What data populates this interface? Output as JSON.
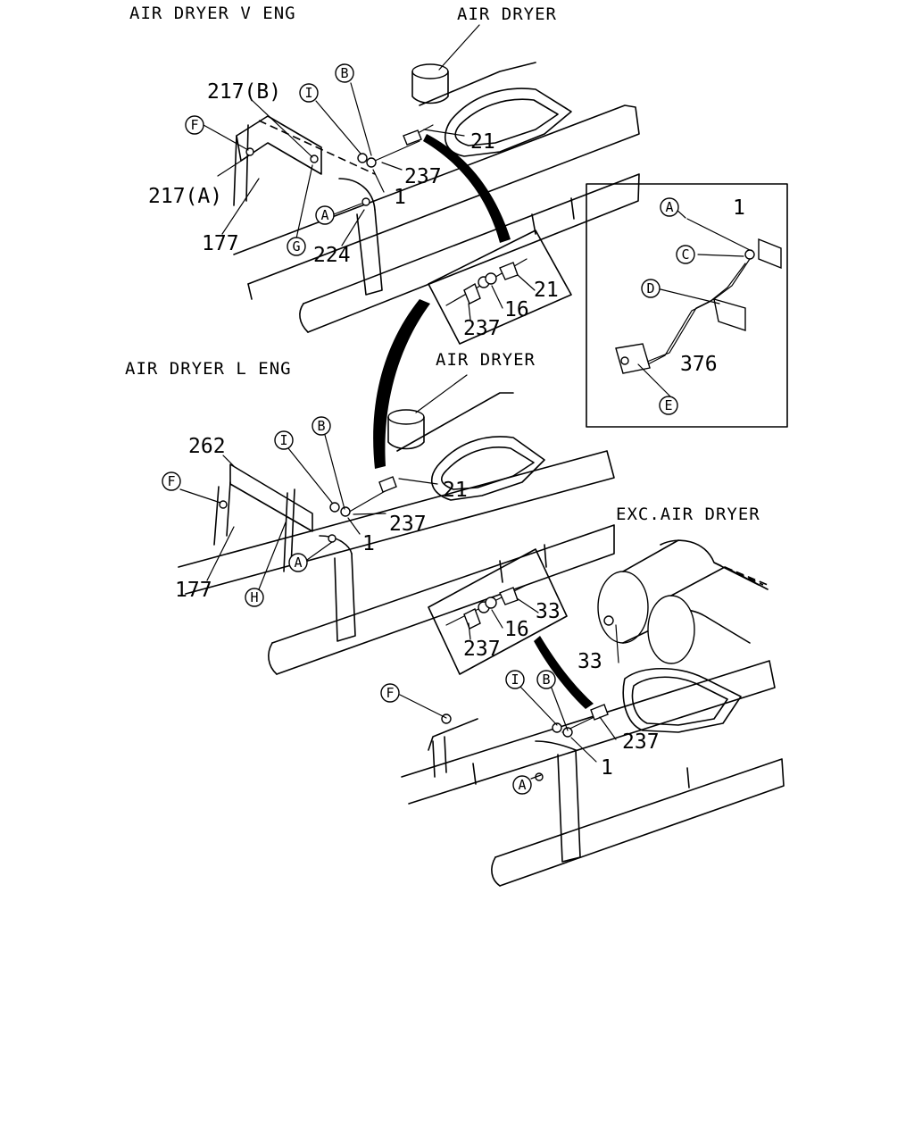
{
  "titles": {
    "v_eng": "AIR DRYER V ENG",
    "l_eng": "AIR DRYER L ENG",
    "exc": "EXC.AIR DRYER",
    "air_dryer_1": "AIR DRYER",
    "air_dryer_2": "AIR DRYER"
  },
  "callout_letters": {
    "A": "A",
    "B": "B",
    "C": "C",
    "D": "D",
    "E": "E",
    "F": "F",
    "G": "G",
    "H": "H",
    "I": "I"
  },
  "part_numbers": {
    "p1": "1",
    "p16": "16",
    "p21": "21",
    "p33": "33",
    "p177": "177",
    "p217A": "217(A)",
    "p217B": "217(B)",
    "p224": "224",
    "p237": "237",
    "p262": "262",
    "p376": "376"
  }
}
